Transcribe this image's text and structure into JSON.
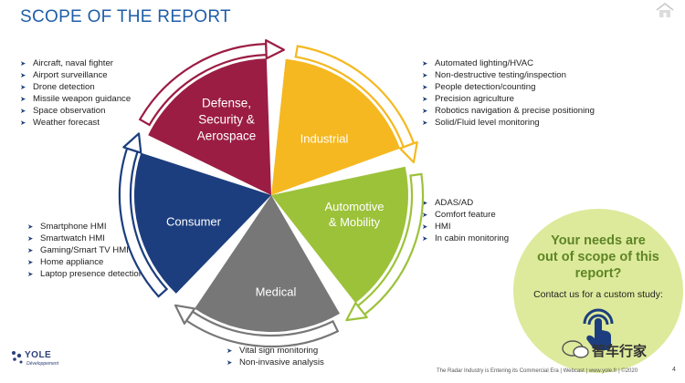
{
  "slide": {
    "title": "SCOPE OF THE REPORT",
    "segments": {
      "defense": {
        "label_lines": [
          "Defense,",
          "Security &",
          "Aerospace"
        ],
        "color": "#9b1d44"
      },
      "industrial": {
        "label_lines": [
          "Industrial"
        ],
        "color": "#f5b820"
      },
      "automotive": {
        "label_lines": [
          "Automotive",
          "& Mobility"
        ],
        "color": "#9cc23a"
      },
      "medical": {
        "label_lines": [
          "Medical"
        ],
        "color": "#777777"
      },
      "consumer": {
        "label_lines": [
          "Consumer"
        ],
        "color": "#1c3e7e"
      }
    },
    "lists": {
      "defense": [
        "Aircraft, naval fighter",
        "Airport surveillance",
        "Drone detection",
        "Missile weapon guidance",
        "Space observation",
        "Weather forecast"
      ],
      "industrial": [
        "Automated lighting/HVAC",
        "Non-destructive testing/inspection",
        "People detection/counting",
        "Precision agriculture",
        "Robotics navigation & precise positioning",
        "Solid/Fluid level monitoring"
      ],
      "automotive": [
        "ADAS/AD",
        "Comfort feature",
        "HMI",
        "In cabin monitoring"
      ],
      "consumer": [
        "Smartphone HMI",
        "Smartwatch HMI",
        "Gaming/Smart TV HMI",
        "Home appliance",
        "Laptop presence detection"
      ],
      "medical": [
        "Vital sign monitoring",
        "Non-invasive analysis"
      ]
    },
    "callout": {
      "headline_lines": [
        "Your needs are",
        "out of scope of this",
        "report?"
      ],
      "subtext": "Contact us for a custom study:",
      "icon": "touch-hand-icon",
      "color": "#ddea9b"
    },
    "footer": {
      "text": "The Radar Industry is Entering its Commercial Era | Webcast | www.yole.fr | ©2020",
      "page_number": "4"
    },
    "logo": {
      "name": "YOLE",
      "subtitle": "Développement"
    },
    "watermark": "智车行家",
    "icons": {
      "home": "home-icon",
      "wechat": "wechat-icon"
    }
  }
}
